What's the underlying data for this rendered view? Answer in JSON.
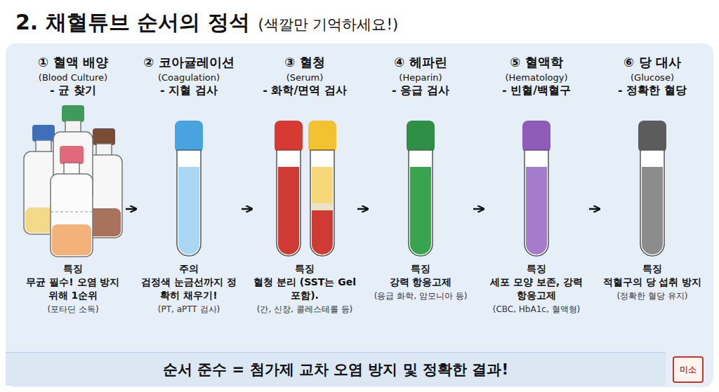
{
  "diagram": {
    "title": "2. 채혈튜브 순서의 정석",
    "nodes": [
      {
        "text": [
          "① 혈액 배양",
          "(Blood Culture)",
          "- 균 찾기",
          "특징",
          "무균 필수! 오염 방지 위해 1순위",
          "(포타딘 소독)"
        ]
      },
      {
        "text": [
          "② 코아귤레이션",
          "(Coagulation)",
          "- 지혈 검사",
          "주의",
          "검정색 눈금선까지 정확히 채우기!",
          "(PT, aPTT 검사)"
        ]
      },
      {
        "text": [
          "③ 혈청",
          "(Serum)",
          "- 화학/면역 검사",
          "특징",
          "혈청 분리 (SST는 Gel 포함).",
          "(간, 신장, 콜레스테롤 등)"
        ]
      },
      {
        "text": [
          "④ 헤파린",
          "(Heparin)",
          "- 응급 검사",
          "특징",
          "강력 항응고제",
          "(응급 화학, 암모니아 등)"
        ]
      },
      {
        "text": [
          "⑤ 혈액학",
          "(Hematology)",
          "- 빈혈/백혈구",
          "특징",
          "세포 모양 보존, 강력 항응고제",
          "(CBC, HbA1c, 혈액형)"
        ]
      },
      {
        "text": [
          "⑥ 당 대사",
          "(Glucose)",
          "- 정확한 혈당",
          "특징",
          "적혈구의 당 섭취 방지",
          "(정확한 혈당 유지)"
        ]
      },
      {
        "text": [
          "순서 준수 = 첨가제 교차 오염 방지 및 정확한 결과!"
        ]
      }
    ],
    "edges": [
      {
        "from": 0,
        "to": 1,
        "arrow": "to"
      },
      {
        "from": 1,
        "to": 2,
        "arrow": "to"
      },
      {
        "from": 2,
        "to": 3,
        "arrow": "to"
      },
      {
        "from": 3,
        "to": 4,
        "arrow": "to"
      },
      {
        "from": 4,
        "to": 5,
        "arrow": "to"
      }
    ],
    "labels": [
      "(색깔만 기억하세요!)",
      "미소"
    ]
  }
}
